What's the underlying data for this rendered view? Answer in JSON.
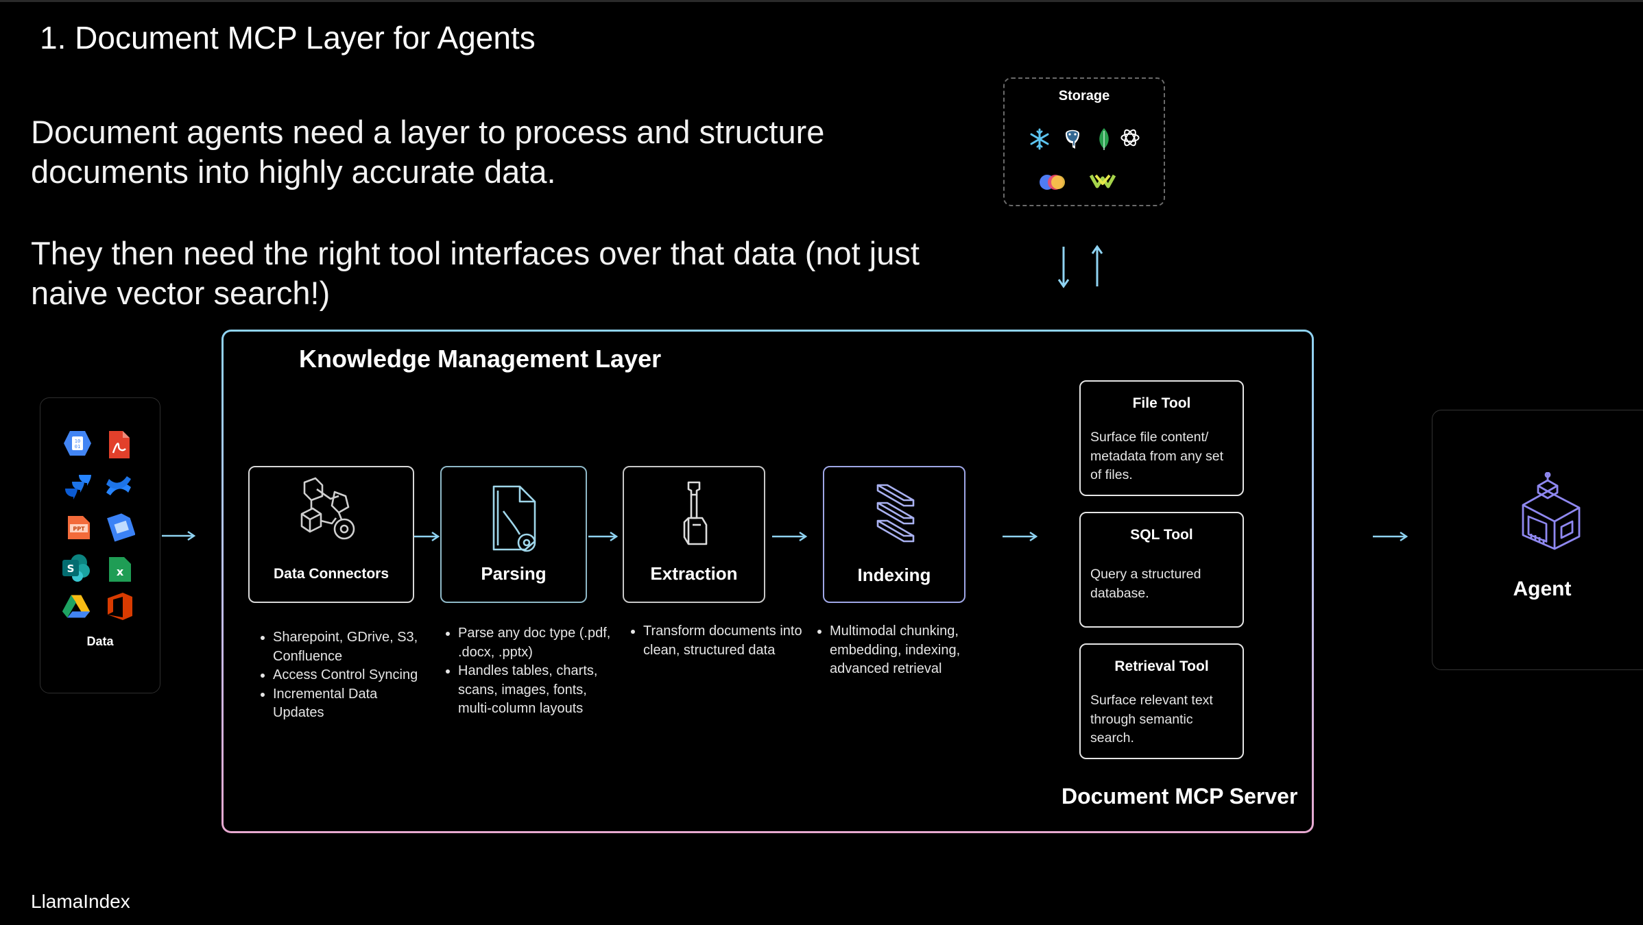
{
  "title": "1. Document MCP Layer for Agents",
  "intro": {
    "p1": "Document agents need a layer to process and structure documents into highly accurate data.",
    "p2": "They then need the right tool interfaces over that data (not just naive vector search!)"
  },
  "storage": {
    "label": "Storage",
    "icons": [
      "snowflake-icon",
      "postgres-icon",
      "mongodb-icon",
      "openai-icon",
      "multicolor-circles-icon",
      "weaviate-icon"
    ]
  },
  "data": {
    "label": "Data",
    "icons": [
      "google-cloud-storage-icon",
      "pdf-icon",
      "jira-icon",
      "confluence-icon",
      "powerpoint-icon",
      "google-slides-icon",
      "sharepoint-icon",
      "excel-icon",
      "google-drive-icon",
      "office-icon"
    ]
  },
  "kml": {
    "title": "Knowledge Management Layer",
    "steps": [
      {
        "label": "Data Connectors",
        "icon": "connectors-icon",
        "bullets": [
          "Sharepoint, GDrive, S3, Confluence",
          "Access Control Syncing",
          "Incremental Data Updates"
        ]
      },
      {
        "label": "Parsing",
        "icon": "document-parse-icon",
        "bullets": [
          "Parse any doc type (.pdf, .docx, .pptx)",
          "Handles tables, charts, scans, images, fonts, multi-column layouts"
        ]
      },
      {
        "label": "Extraction",
        "icon": "extraction-tool-icon",
        "bullets": [
          "Transform documents into clean, structured data"
        ]
      },
      {
        "label": "Indexing",
        "icon": "index-layers-icon",
        "bullets": [
          "Multimodal chunking, embedding, indexing, advanced retrieval"
        ]
      }
    ]
  },
  "mcp": {
    "label": "Document MCP Server",
    "tools": [
      {
        "name": "File Tool",
        "desc": "Surface file content/ metadata from any set of files."
      },
      {
        "name": "SQL Tool",
        "desc": "Query a structured database."
      },
      {
        "name": "Retrieval Tool",
        "desc": "Surface relevant text through semantic search."
      }
    ]
  },
  "agent": {
    "label": "Agent",
    "icon": "agent-robot-icon"
  },
  "footer": "LlamaIndex",
  "colors": {
    "background": "#000000",
    "arrow": "#8fd3f2",
    "border_top": "#8fd3f2",
    "border_bottom": "#e7a9d0"
  }
}
